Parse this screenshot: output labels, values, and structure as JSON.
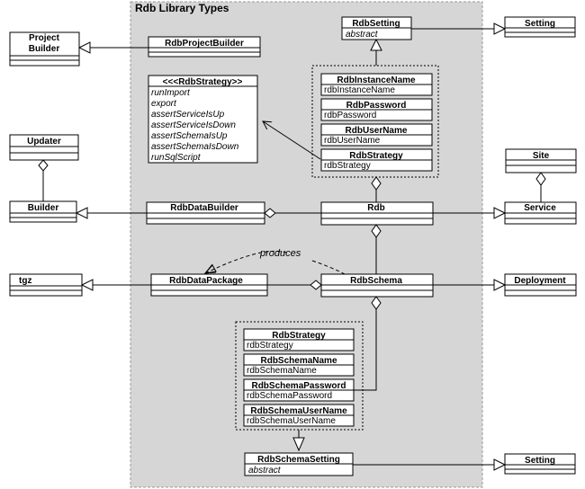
{
  "package": {
    "title": "Rdb Library Types"
  },
  "classes": {
    "project_builder": {
      "name": "Project Builder",
      "name_lines": [
        "Project",
        "Builder"
      ]
    },
    "updater": {
      "name": "Updater"
    },
    "builder": {
      "name": "Builder"
    },
    "tgz": {
      "name": "tgz"
    },
    "rdb_project_builder": {
      "name": "RdbProjectBuilder"
    },
    "rdb_strategy": {
      "name": "<<<RdbStrategy>>",
      "methods": [
        "runImport",
        "export",
        "assertServiceIsUp",
        "assertServiceIsDown",
        "assertSchemaIsUp",
        "assertSchemaIsDown",
        "runSqlScript"
      ]
    },
    "rdb_data_builder": {
      "name": "RdbDataBuilder"
    },
    "rdb_data_package": {
      "name": "RdbDataPackage"
    },
    "rdb_setting": {
      "name": "RdbSetting",
      "stereotype": "abstract"
    },
    "rdb": {
      "name": "Rdb"
    },
    "rdb_schema": {
      "name": "RdbSchema"
    },
    "rdb_schema_setting": {
      "name": "RdbSchemaSetting",
      "stereotype": "abstract"
    },
    "setting_top": {
      "name": "Setting"
    },
    "site": {
      "name": "Site"
    },
    "service": {
      "name": "Service"
    },
    "deployment": {
      "name": "Deployment"
    },
    "setting_bottom": {
      "name": "Setting"
    }
  },
  "rdb_settings_group": [
    {
      "name": "RdbInstanceName",
      "attr": "rdbInstanceName"
    },
    {
      "name": "RdbPassword",
      "attr": "rdbPassword"
    },
    {
      "name": "RdbUserName",
      "attr": "rdbUserName"
    },
    {
      "name": "RdbStrategy",
      "attr": "rdbStrategy"
    }
  ],
  "schema_settings_group": [
    {
      "name": "RdbStrategy",
      "attr": "rdbStrategy"
    },
    {
      "name": "RdbSchemaName",
      "attr": "rdbSchemaName"
    },
    {
      "name": "RdbSchemaPassword",
      "attr": "rdbSchemaPassword"
    },
    {
      "name": "RdbSchemaUserName",
      "attr": "rdbSchemaUserName"
    }
  ],
  "edges": {
    "produces_label": "produces"
  }
}
